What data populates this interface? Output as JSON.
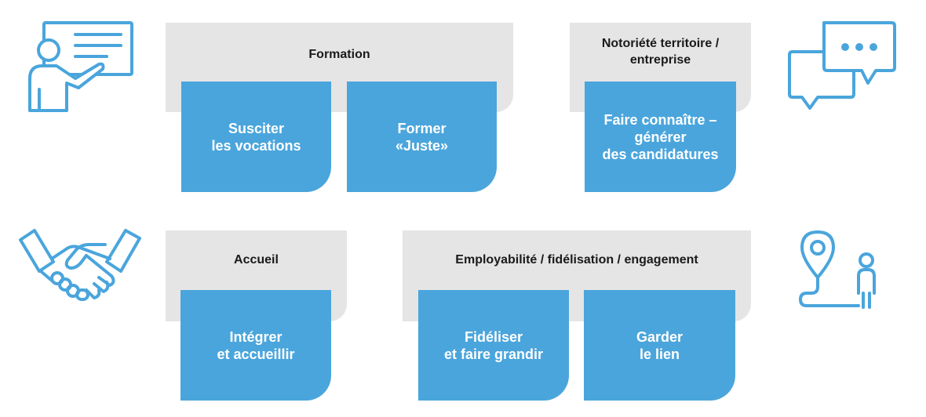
{
  "colors": {
    "accent": "#4aa5dc",
    "group_bg": "#e5e5e5",
    "icon_stroke": "#4aa5dc"
  },
  "icons": [
    "presentation-teacher-icon",
    "chat-bubbles-icon",
    "handshake-icon",
    "location-person-icon"
  ],
  "groups": {
    "formation": {
      "title": "Formation",
      "cards": [
        "Susciter\nles vocations",
        "Former\n«Juste»"
      ]
    },
    "notoriete": {
      "title": "Notoriété territoire /\nentreprise",
      "cards": [
        "Faire connaître –\ngénérer\ndes candidatures"
      ]
    },
    "accueil": {
      "title": "Accueil",
      "cards": [
        "Intégrer\net accueillir"
      ]
    },
    "employabilite": {
      "title": "Employabilité / fidélisation / engagement",
      "cards": [
        "Fidéliser\net faire grandir",
        "Garder\nle lien"
      ]
    }
  }
}
